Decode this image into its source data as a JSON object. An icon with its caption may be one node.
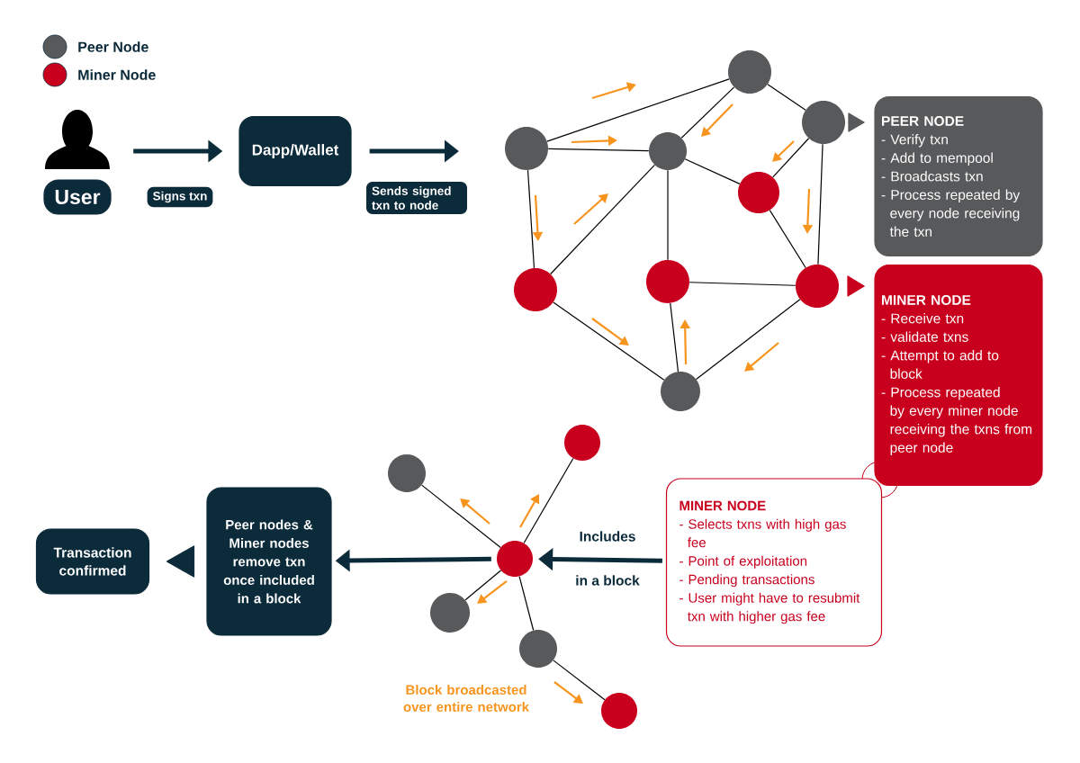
{
  "diagram": {
    "nodes": [
      {
        "text": [],
        "shape": "person"
      },
      {
        "text": [
          "User"
        ]
      },
      {
        "text": [
          "Dapp/Wallet"
        ]
      },
      {
        "text": [],
        "shape": "circle"
      },
      {
        "text": [],
        "shape": "circle"
      },
      {
        "text": [],
        "shape": "circle"
      },
      {
        "text": [],
        "shape": "circle"
      },
      {
        "text": [],
        "shape": "circle"
      },
      {
        "text": [],
        "shape": "circle"
      },
      {
        "text": [],
        "shape": "circle"
      },
      {
        "text": [],
        "shape": "circle"
      },
      {
        "text": [],
        "shape": "circle"
      },
      {
        "text": [
          "PEER NODE",
          "- Verify txn",
          "- Add to mempool",
          "- Broadcasts txn",
          "- Process repeated by every node receiving the txn"
        ]
      },
      {
        "text": [
          "MINER NODE",
          "- Receive txn",
          "- validate txns",
          "- Attempt to add to block",
          "- Process repeated by every miner node receiving the txns from peer node"
        ]
      },
      {
        "text": [
          "MINER NODE",
          "- Selects txns with high gas fee",
          "- Point of exploitation",
          "- Pending transactions",
          "- User might have to resubmit txn with higher gas fee"
        ]
      },
      {
        "text": [],
        "shape": "circle"
      },
      {
        "text": [],
        "shape": "circle"
      },
      {
        "text": [],
        "shape": "circle"
      },
      {
        "text": [],
        "shape": "circle"
      },
      {
        "text": [],
        "shape": "circle"
      },
      {
        "text": [],
        "shape": "circle"
      },
      {
        "text": [
          "Peer nodes & Miner nodes remove txn once included in a block"
        ]
      },
      {
        "text": [
          "Transaction confirmed"
        ]
      }
    ],
    "edges": [
      {
        "from": 0,
        "to": 2,
        "arrow": "to",
        "label": "Signs txn",
        "style": "thick",
        "color": "#0b2a3a"
      },
      {
        "from": 2,
        "to": null,
        "arrow": "to",
        "label": "Sends signed txn to node",
        "style": "thick",
        "color": "#0b2a3a"
      },
      {
        "from": 4,
        "to": 3,
        "arrow": "none"
      },
      {
        "from": 3,
        "to": 5,
        "arrow": "none"
      },
      {
        "from": 3,
        "to": 6,
        "arrow": "none"
      },
      {
        "from": 4,
        "to": 5,
        "arrow": "none"
      },
      {
        "from": 4,
        "to": 8,
        "arrow": "none"
      },
      {
        "from": 5,
        "to": 8,
        "arrow": "none"
      },
      {
        "from": 5,
        "to": 9,
        "arrow": "none"
      },
      {
        "from": 5,
        "to": 7,
        "arrow": "none"
      },
      {
        "from": 6,
        "to": 7,
        "arrow": "none"
      },
      {
        "from": 6,
        "to": 10,
        "arrow": "none"
      },
      {
        "from": 7,
        "to": 10,
        "arrow": "none"
      },
      {
        "from": 9,
        "to": 10,
        "arrow": "none"
      },
      {
        "from": 8,
        "to": 11,
        "arrow": "none"
      },
      {
        "from": 9,
        "to": 11,
        "arrow": "none"
      },
      {
        "from": 10,
        "to": 11,
        "arrow": "none"
      },
      {
        "from": 6,
        "to": 12,
        "arrow": "to",
        "color": "#58595b"
      },
      {
        "from": 10,
        "to": 13,
        "arrow": "to",
        "color": "#c8001e"
      },
      {
        "from": 14,
        "to": 15,
        "arrow": "to",
        "label": "Includes",
        "style": "thick",
        "color": "#0b2a3a"
      },
      {
        "from": 15,
        "to": 16,
        "arrow": "none"
      },
      {
        "from": 15,
        "to": 17,
        "arrow": "none"
      },
      {
        "from": 15,
        "to": 18,
        "arrow": "none"
      },
      {
        "from": 15,
        "to": 19,
        "arrow": "none"
      },
      {
        "from": 19,
        "to": 20,
        "arrow": "none"
      },
      {
        "from": 15,
        "to": 21,
        "arrow": "to",
        "style": "thick",
        "color": "#0b2a3a"
      },
      {
        "from": 21,
        "to": 22,
        "arrow": "to",
        "color": "#0b2a3a"
      }
    ],
    "labels": [
      "in a block",
      "Block broadcasted over entire network"
    ],
    "legend": [
      {
        "text": "Peer Node",
        "color": "#58595b"
      },
      {
        "text": "Miner Node",
        "color": "#c8001e"
      }
    ]
  }
}
